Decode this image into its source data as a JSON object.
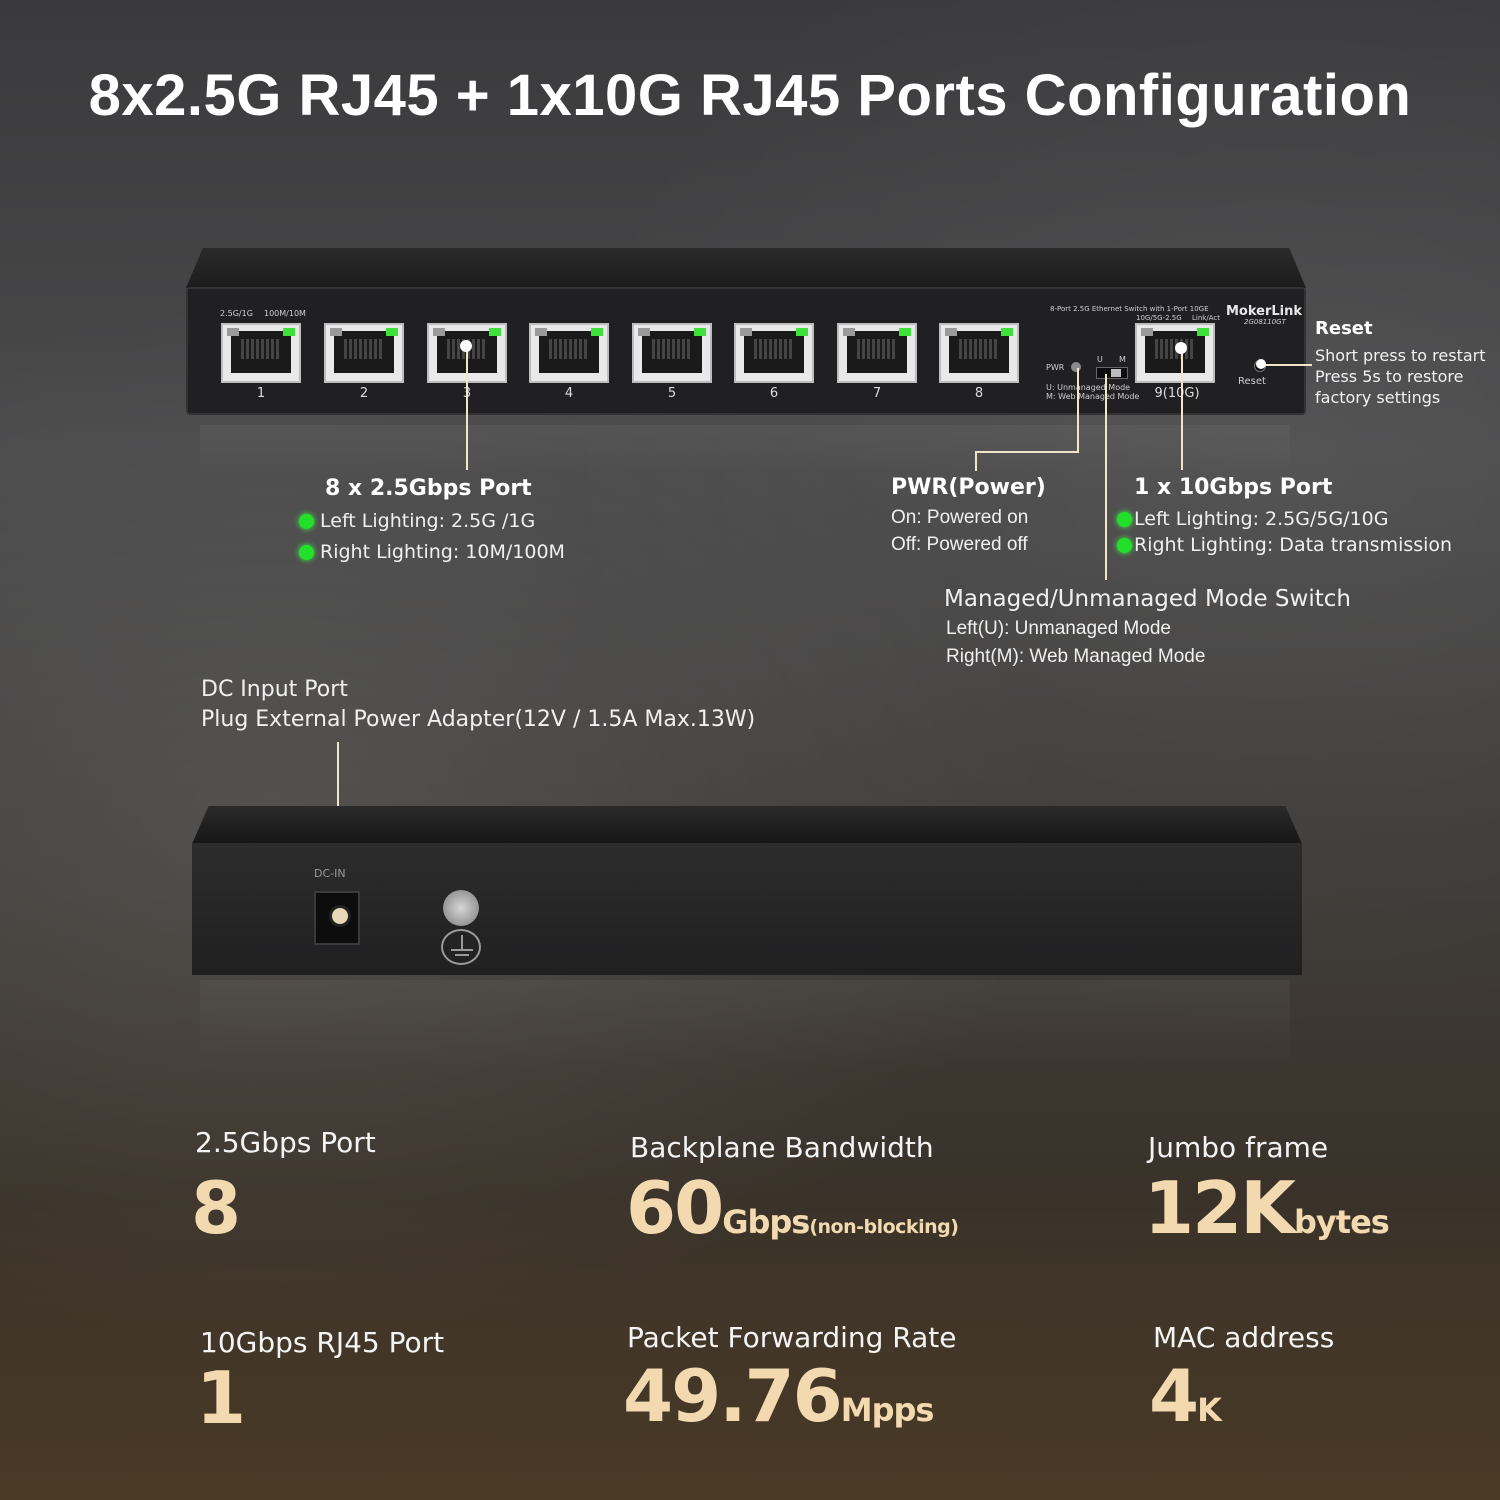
{
  "title": "8x2.5G RJ45 + 1x10G RJ45 Ports Configuration",
  "front_panel": {
    "label_speed": "2.5G/1G",
    "label_link": "100M/10M",
    "ports": [
      "1",
      "2",
      "3",
      "4",
      "5",
      "6",
      "7",
      "8"
    ],
    "port9": "9(10G)",
    "model_line": "8-Port 2.5G Ethernet Switch with 1-Port 10GE",
    "port9_led_left": "10G/5G-2.5G",
    "port9_led_right": "Link/Act",
    "brand": "MokerLink",
    "model": "2G08110GT",
    "pwr_label": "PWR",
    "switch_u": "U",
    "switch_m": "M",
    "mode_u": "U: Unmanaged Mode",
    "mode_m": "M: Web Managed Mode",
    "reset_label": "Reset",
    "led_color": "#3ee03a"
  },
  "callouts": {
    "ports_25g": {
      "heading": "8 x 2.5Gbps Port",
      "left": "Left Lighting: 2.5G /1G",
      "right": "Right Lighting: 10M/100M"
    },
    "pwr": {
      "heading": "PWR(Power)",
      "on": "On: Powered on",
      "off": "Off: Powered off"
    },
    "port_10g": {
      "heading": "1 x 10Gbps Port",
      "left": "Left Lighting: 2.5G/5G/10G",
      "right": "Right Lighting: Data transmission"
    },
    "reset": {
      "heading": "Reset",
      "line1": "Short press to restart",
      "line2": "Press 5s to restore",
      "line3": "factory settings"
    },
    "mode_switch": {
      "heading": "Managed/Unmanaged Mode Switch",
      "left": "Left(U): Unmanaged Mode",
      "right": "Right(M): Web Managed Mode"
    },
    "dc_input": {
      "line1": "DC Input Port",
      "line2": "Plug External Power Adapter(12V / 1.5A Max.13W)"
    }
  },
  "rear_panel": {
    "dc_label": "DC-IN"
  },
  "specs": [
    {
      "label": "2.5Gbps Port",
      "value": "8",
      "unit": "",
      "note": ""
    },
    {
      "label": "Backplane Bandwidth",
      "value": "60",
      "unit": "Gbps",
      "note": "(non-blocking)"
    },
    {
      "label": "Jumbo frame",
      "value": "12K",
      "unit": "bytes",
      "note": ""
    },
    {
      "label": "10Gbps RJ45 Port",
      "value": "1",
      "unit": "",
      "note": ""
    },
    {
      "label": "Packet Forwarding Rate",
      "value": "49.76",
      "unit": "Mpps",
      "note": ""
    },
    {
      "label": "MAC address",
      "value": "4",
      "unit": "K",
      "note": ""
    }
  ]
}
